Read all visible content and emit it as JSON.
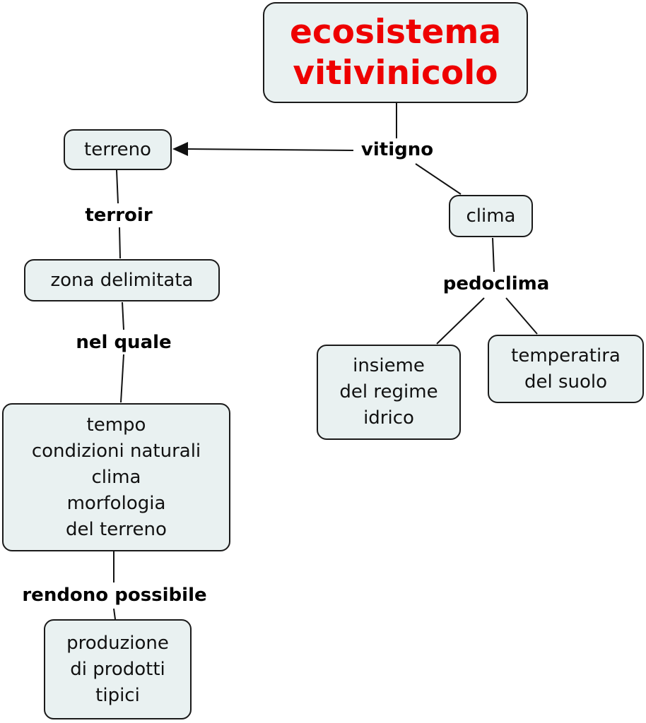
{
  "colors": {
    "node_fill": "#e9f1f1",
    "root_text": "#ee0000",
    "border": "#1a1a1a"
  },
  "nodes": {
    "root": "ecosistema\nvitivinicolo",
    "terreno": "terreno",
    "clima": "clima",
    "zona": "zona delimitata",
    "insieme": "insieme\ndel regime\nidrico",
    "temperatira": "temperatira\ndel suolo",
    "tempo": "tempo\ncondizioni naturali\nclima\nmorfologia\ndel terreno",
    "produzione": "produzione\ndi prodotti\ntipici"
  },
  "links": {
    "vitigno": "vitigno",
    "pedoclima": "pedoclima",
    "terroir": "terroir",
    "nel_quale": "nel quale",
    "rendono_possibile": "rendono possibile"
  }
}
